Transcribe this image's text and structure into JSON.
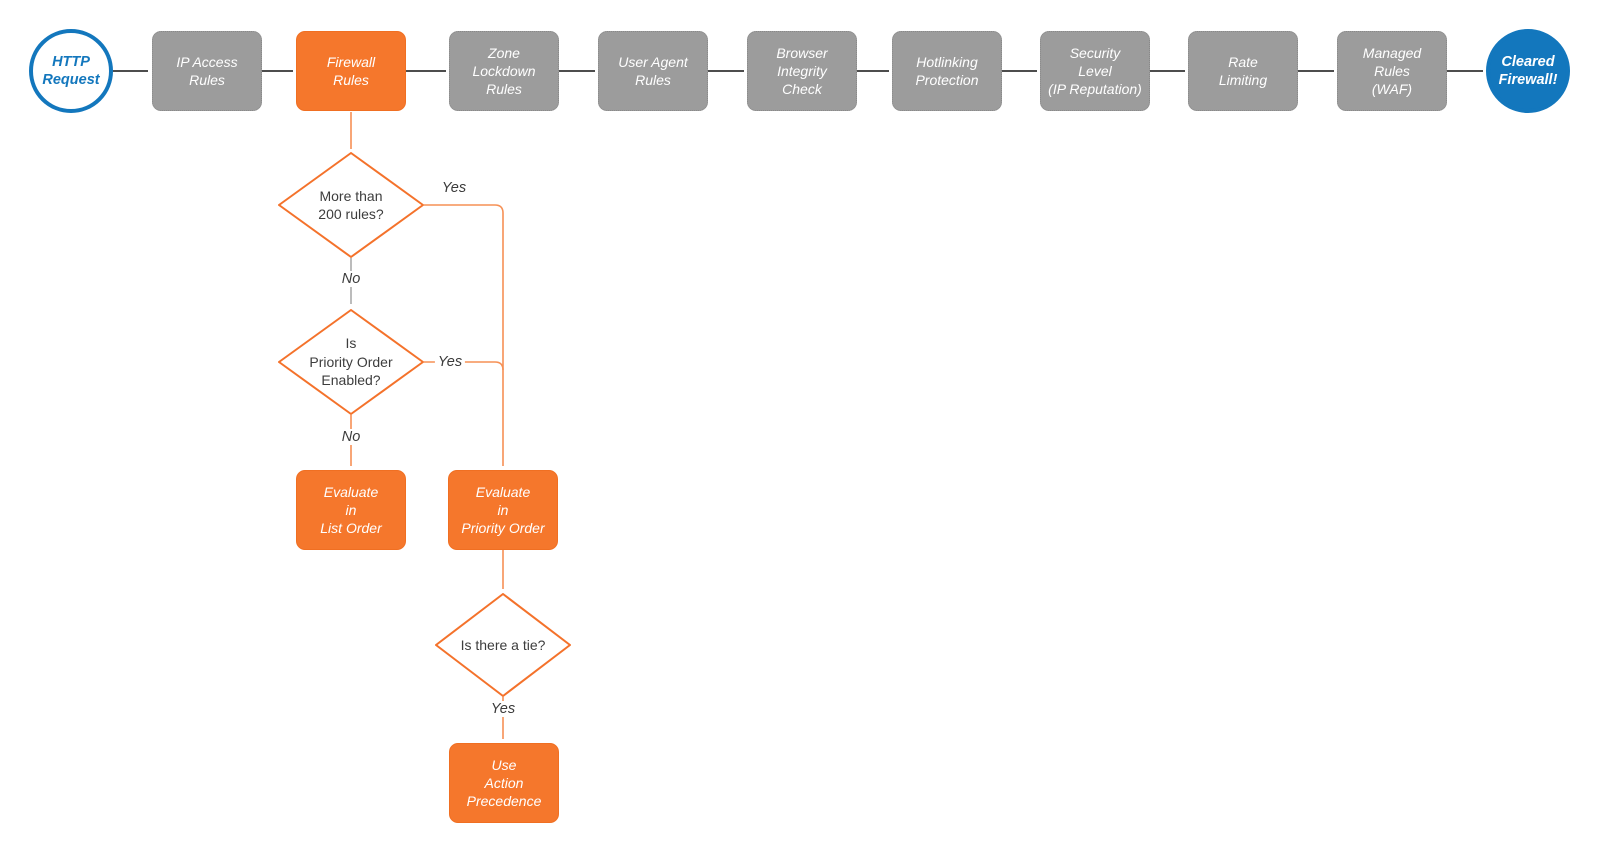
{
  "flow": {
    "start": {
      "label": "HTTP\nRequest"
    },
    "stages": [
      {
        "label": "IP Access\nRules",
        "type": "gray"
      },
      {
        "label": "Firewall\nRules",
        "type": "orange"
      },
      {
        "label": "Zone\nLockdown\nRules",
        "type": "gray"
      },
      {
        "label": "User Agent\nRules",
        "type": "gray"
      },
      {
        "label": "Browser\nIntegrity\nCheck",
        "type": "gray"
      },
      {
        "label": "Hotlinking\nProtection",
        "type": "gray"
      },
      {
        "label": "Security\nLevel\n(IP Reputation)",
        "type": "gray"
      },
      {
        "label": "Rate\nLimiting",
        "type": "gray"
      },
      {
        "label": "Managed\nRules\n(WAF)",
        "type": "gray"
      }
    ],
    "end": {
      "label": "Cleared\nFirewall!"
    },
    "decisions": [
      {
        "label": "More than\n200 rules?"
      },
      {
        "label": "Is\nPriority Order\nEnabled?"
      },
      {
        "label": "Is there a tie?"
      }
    ],
    "actions": [
      {
        "label": "Evaluate\nin\nList Order"
      },
      {
        "label": "Evaluate\nin\nPriority Order"
      },
      {
        "label": "Use\nAction\nPrecedence"
      }
    ],
    "edge_labels": {
      "yes1": "Yes",
      "no1": "No",
      "yes2": "Yes",
      "no2": "No",
      "yes3": "Yes"
    }
  },
  "colors": {
    "orange_fill": "#f5772c",
    "orange_line": "#f69055",
    "orange_arrow": "#f5722a",
    "gray_fill": "#9c9c9c",
    "blue": "#1377bd",
    "dark_arrow": "#4d4d4d",
    "text_dark": "#3d3d3d"
  }
}
